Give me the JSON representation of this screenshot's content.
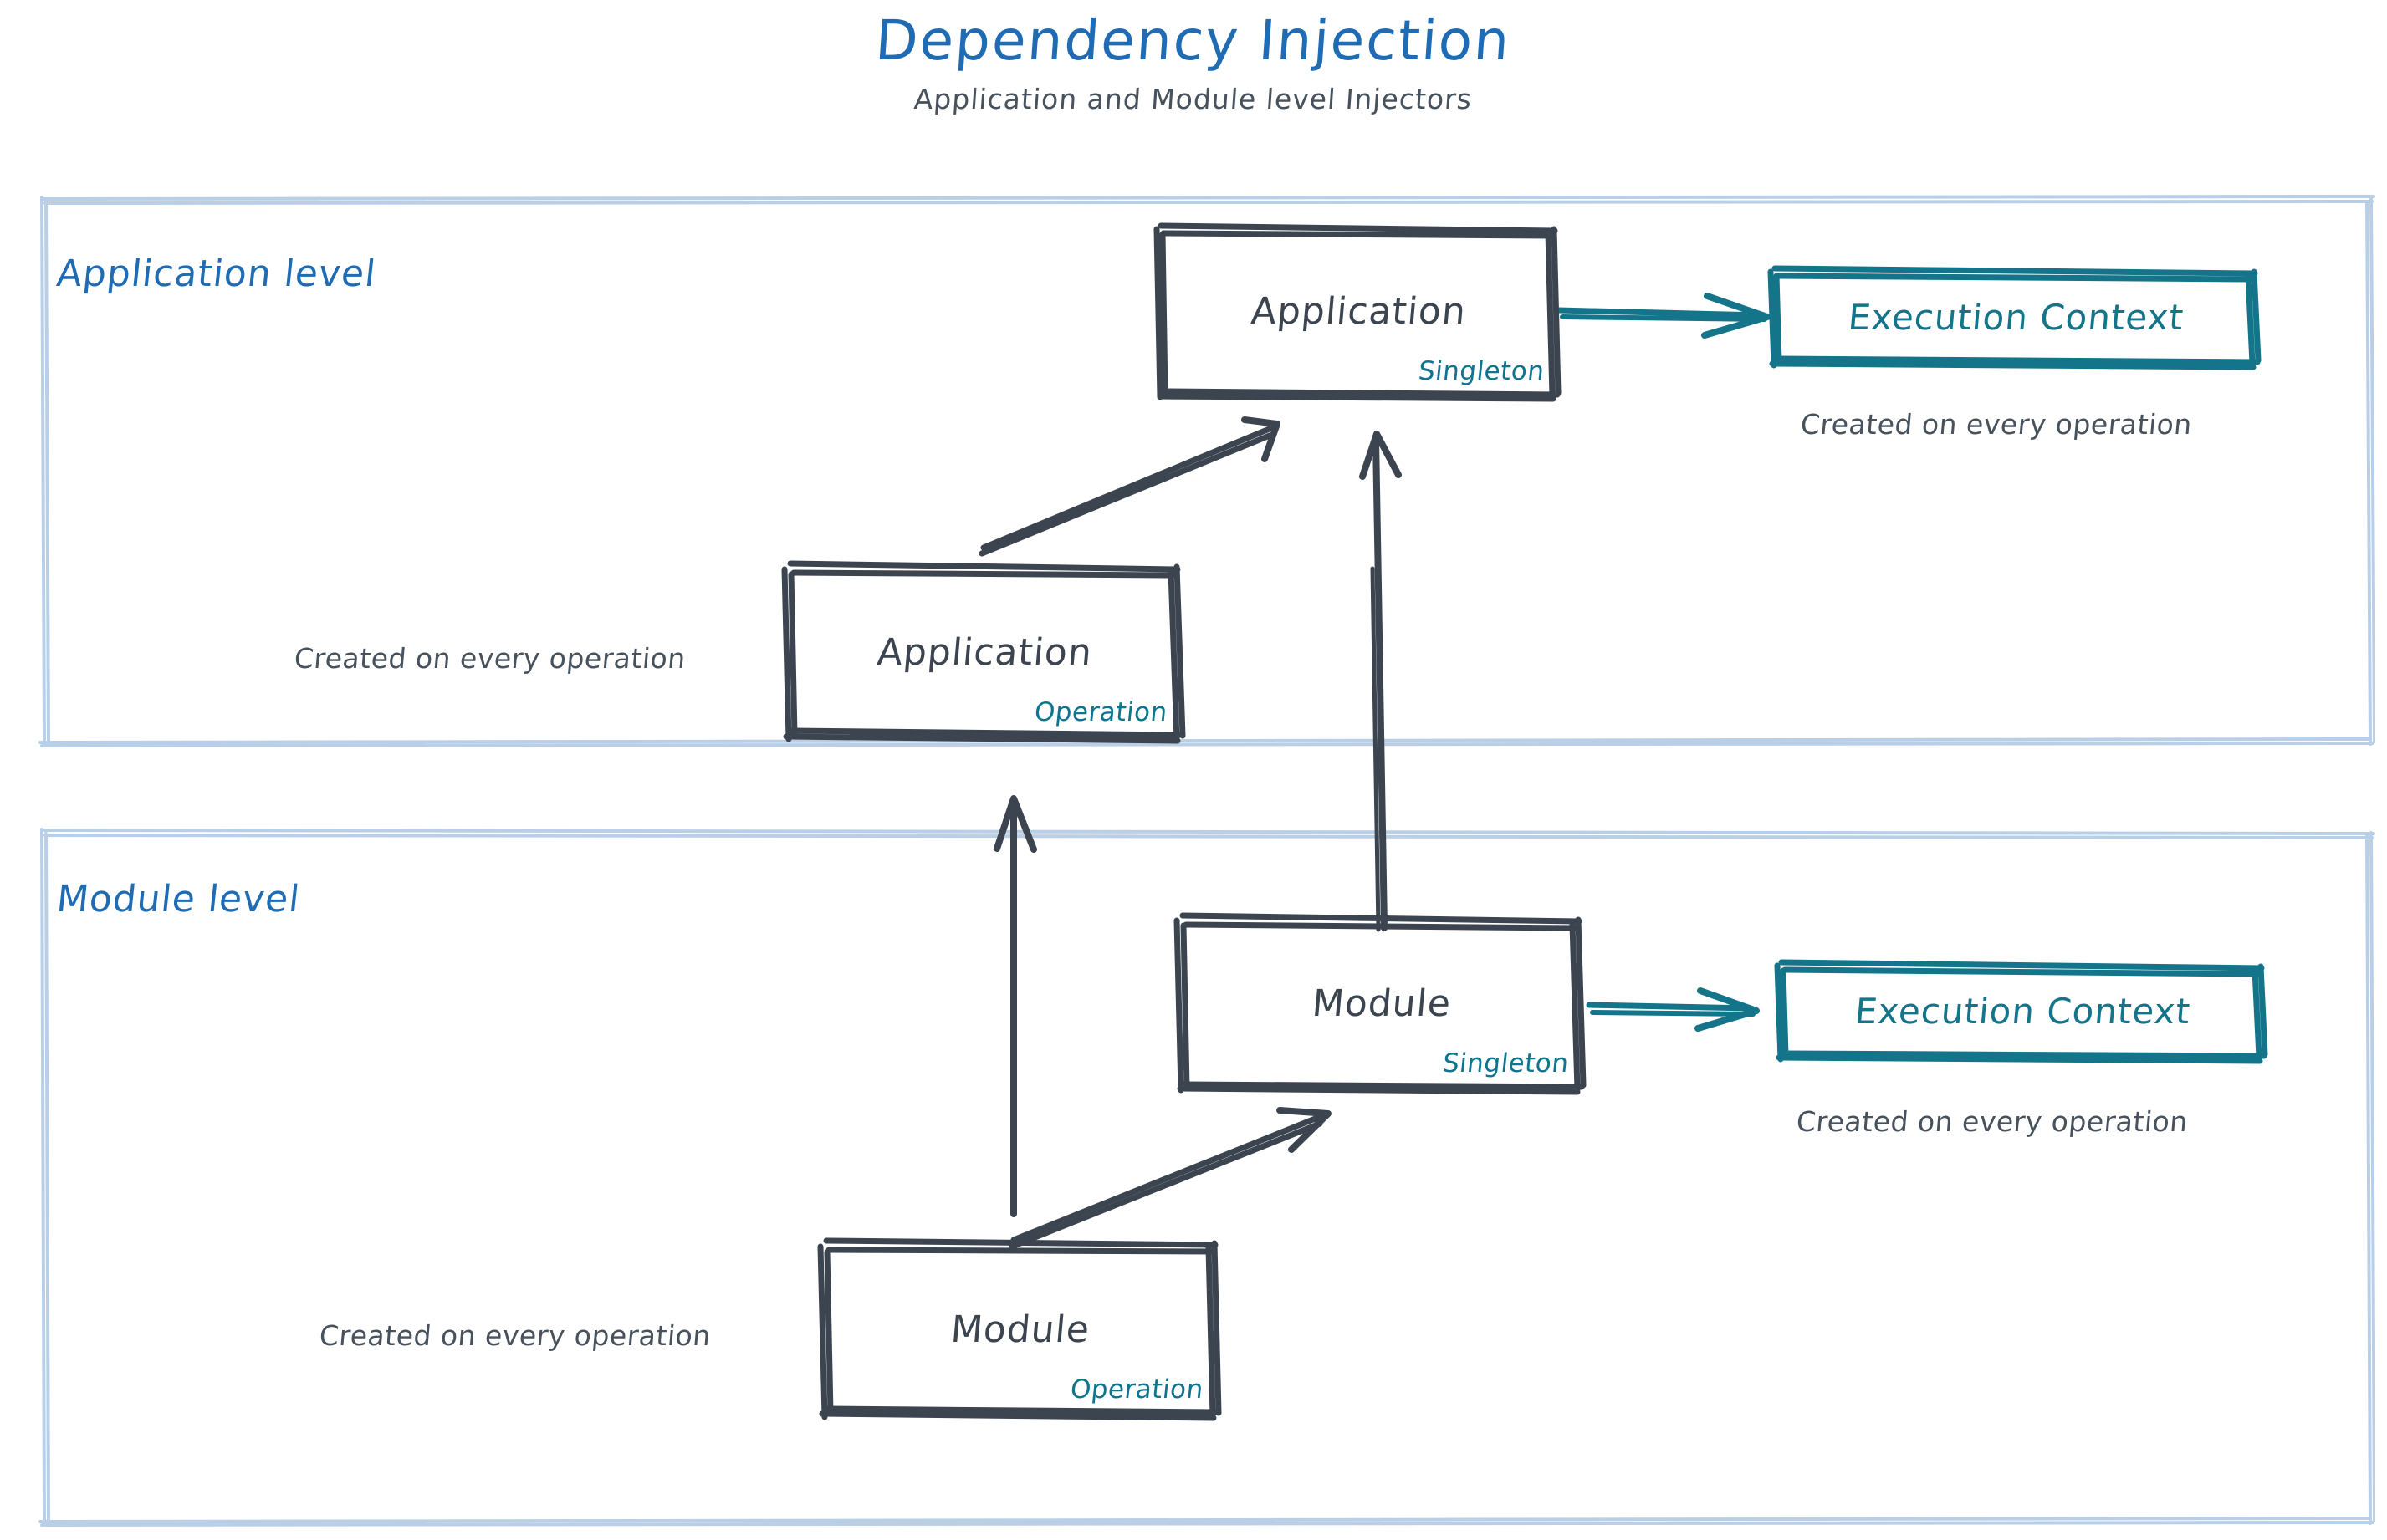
{
  "header": {
    "title": "Dependency Injection",
    "subtitle": "Application and Module level Injectors"
  },
  "colors": {
    "title_blue": "#1f6cb4",
    "panel_border_blue": "#b9cfe7",
    "node_stroke_gray": "#3b444f",
    "teal": "#0e7490",
    "caption_gray": "#47525d",
    "background": "#ffffff"
  },
  "panels": [
    {
      "id": "application-level",
      "label": "Application level"
    },
    {
      "id": "module-level",
      "label": "Module level"
    }
  ],
  "nodes": {
    "application_singleton": {
      "title": "Application",
      "scope": "Singleton"
    },
    "application_operation": {
      "title": "Application",
      "scope": "Operation"
    },
    "module_singleton": {
      "title": "Module",
      "scope": "Singleton"
    },
    "module_operation": {
      "title": "Module",
      "scope": "Operation"
    },
    "execution_context_app": {
      "title": "Execution Context"
    },
    "execution_context_module": {
      "title": "Execution Context"
    }
  },
  "captions": {
    "app_context_note": "Created on every operation",
    "app_operation_note": "Created on every operation",
    "module_context_note": "Created on every operation",
    "module_operation_note": "Created on every operation"
  },
  "arrows": [
    {
      "id": "app-singleton-to-exec-context",
      "from": "application_singleton",
      "to": "execution_context_app",
      "color": "#14758a",
      "style": "solid-open"
    },
    {
      "id": "app-operation-to-app-singleton",
      "from": "application_operation",
      "to": "application_singleton",
      "color": "#3b444f",
      "style": "double-line-open"
    },
    {
      "id": "module-singleton-to-app-singleton",
      "from": "module_singleton",
      "to": "application_singleton",
      "color": "#3b444f",
      "style": "solid-open"
    },
    {
      "id": "module-operation-to-app-operation",
      "from": "module_operation",
      "to": "application_operation",
      "color": "#3b444f",
      "style": "solid-open"
    },
    {
      "id": "module-operation-to-module-singleton",
      "from": "module_operation",
      "to": "module_singleton",
      "color": "#3b444f",
      "style": "double-line-open"
    },
    {
      "id": "module-singleton-to-exec-context",
      "from": "module_singleton",
      "to": "execution_context_module",
      "color": "#14758a",
      "style": "solid-open"
    }
  ]
}
